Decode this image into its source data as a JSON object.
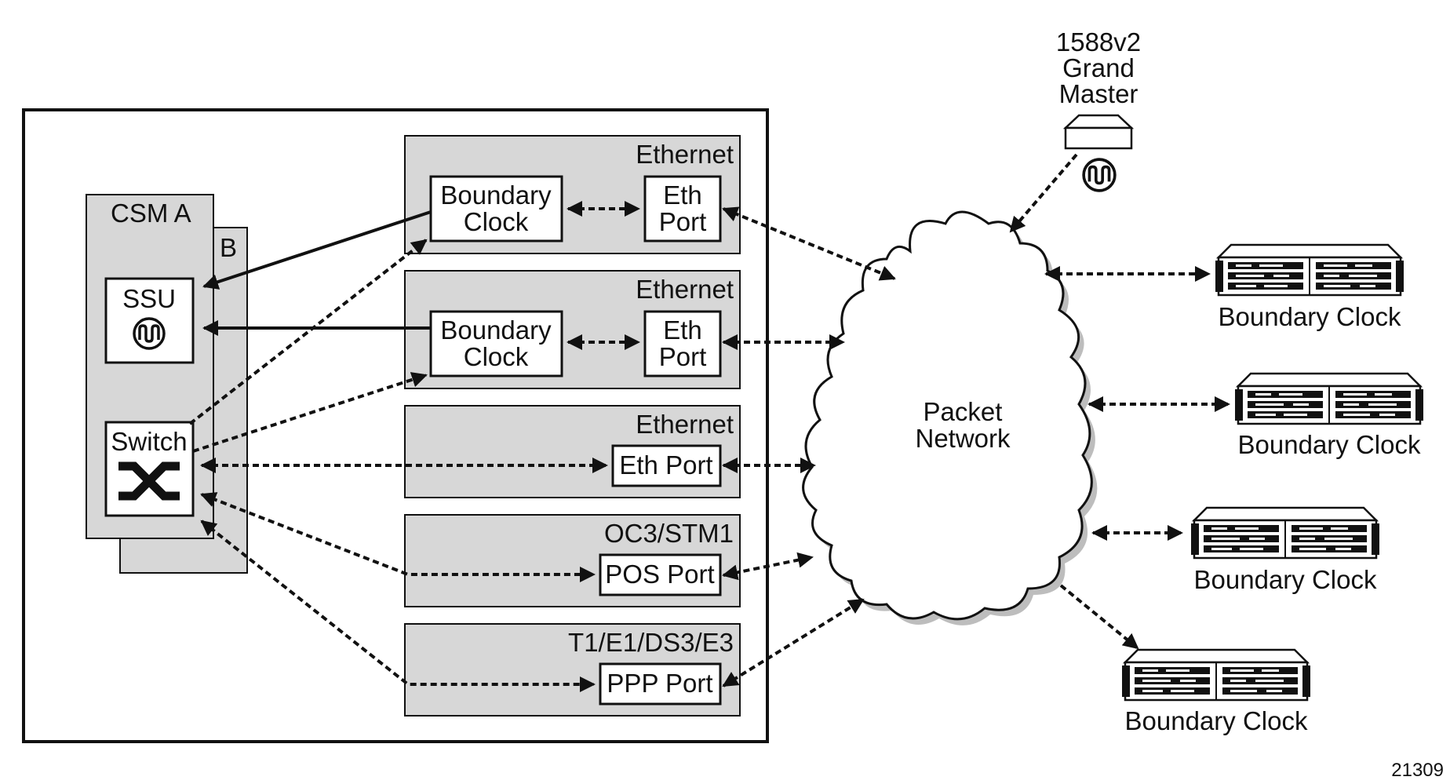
{
  "chassis": {
    "csm_a_label": "CSM A",
    "csm_b_label": "B",
    "ssu_label": "SSU",
    "switch_label": "Switch"
  },
  "cards": [
    {
      "type": "Ethernet",
      "bc_line1": "Boundary",
      "bc_line2": "Clock",
      "port_line1": "Eth",
      "port_line2": "Port"
    },
    {
      "type": "Ethernet",
      "bc_line1": "Boundary",
      "bc_line2": "Clock",
      "port_line1": "Eth",
      "port_line2": "Port"
    },
    {
      "type": "Ethernet",
      "port": "Eth Port"
    },
    {
      "type": "OC3/STM1",
      "port": "POS Port"
    },
    {
      "type": "T1/E1/DS3/E3",
      "port": "PPP Port"
    }
  ],
  "grand_master": {
    "line1": "1588v2",
    "line2": "Grand",
    "line3": "Master"
  },
  "network": {
    "line1": "Packet",
    "line2": "Network"
  },
  "remote_clocks": [
    "Boundary Clock",
    "Boundary Clock",
    "Boundary Clock",
    "Boundary Clock"
  ],
  "figure_id": "21309"
}
